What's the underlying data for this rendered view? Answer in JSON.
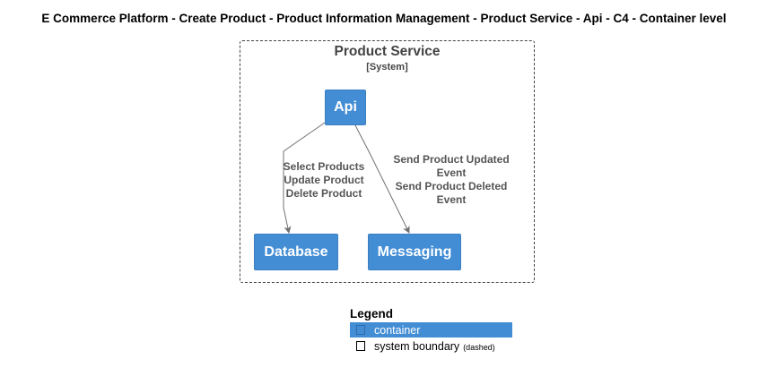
{
  "title": "E Commerce Platform - Create Product - Product Information Management - Product Service - Api - C4 - Container level",
  "boundary": {
    "name": "Product Service",
    "type": "[System]"
  },
  "nodes": {
    "api": "Api",
    "database": "Database",
    "messaging": "Messaging"
  },
  "edges": {
    "api_to_database": [
      "Select Products",
      "Update Product",
      "Delete Product"
    ],
    "api_to_messaging": [
      "Send Product Updated",
      "Event",
      "Send Product Deleted",
      "Event"
    ]
  },
  "legend": {
    "title": "Legend",
    "items": [
      {
        "label": "container",
        "note": ""
      },
      {
        "label": "system boundary",
        "note": "(dashed)"
      }
    ]
  },
  "colors": {
    "container_fill": "#438dd5",
    "boundary_stroke": "#444444",
    "edge": "#707070",
    "edge_label": "#555555"
  }
}
